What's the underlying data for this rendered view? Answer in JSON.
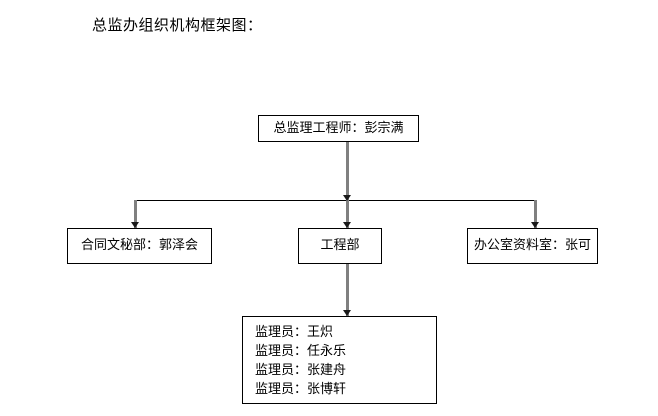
{
  "chart_data": {
    "type": "diagram",
    "title": "总监办组织机构框架图：",
    "diagram_kind": "organizational-chart",
    "orientation": "top-down",
    "nodes": [
      {
        "id": "chief",
        "label": "总监理工程师：彭宗满",
        "role": "总监理工程师",
        "person": "彭宗满",
        "level": 1
      },
      {
        "id": "secretary",
        "label": "合同文秘部：郭泽会",
        "role": "合同文秘部",
        "person": "郭泽会",
        "level": 2
      },
      {
        "id": "engineering",
        "label": "工程部",
        "role": "工程部",
        "person": "",
        "level": 2
      },
      {
        "id": "office",
        "label": "办公室资料室：张可",
        "role": "办公室资料室",
        "person": "张可",
        "level": 2
      }
    ],
    "supervisors": [
      {
        "label": "监理员：王炽",
        "role": "监理员",
        "person": "王炽"
      },
      {
        "label": "监理员：任永乐",
        "role": "监理员",
        "person": "任永乐"
      },
      {
        "label": "监理员：张建舟",
        "role": "监理员",
        "person": "张建舟"
      },
      {
        "label": "监理员：张博轩",
        "role": "监理员",
        "person": "张博轩"
      }
    ],
    "edges": [
      {
        "from": "chief",
        "to": "secretary"
      },
      {
        "from": "chief",
        "to": "engineering"
      },
      {
        "from": "chief",
        "to": "office"
      },
      {
        "from": "engineering",
        "to": "supervisors"
      }
    ],
    "colors": {
      "background": "#ffffff",
      "box_border": "#000000",
      "text": "#000000",
      "connector": "#808080",
      "bus_line": "#000000",
      "arrowhead": "#1a1a1a"
    }
  }
}
